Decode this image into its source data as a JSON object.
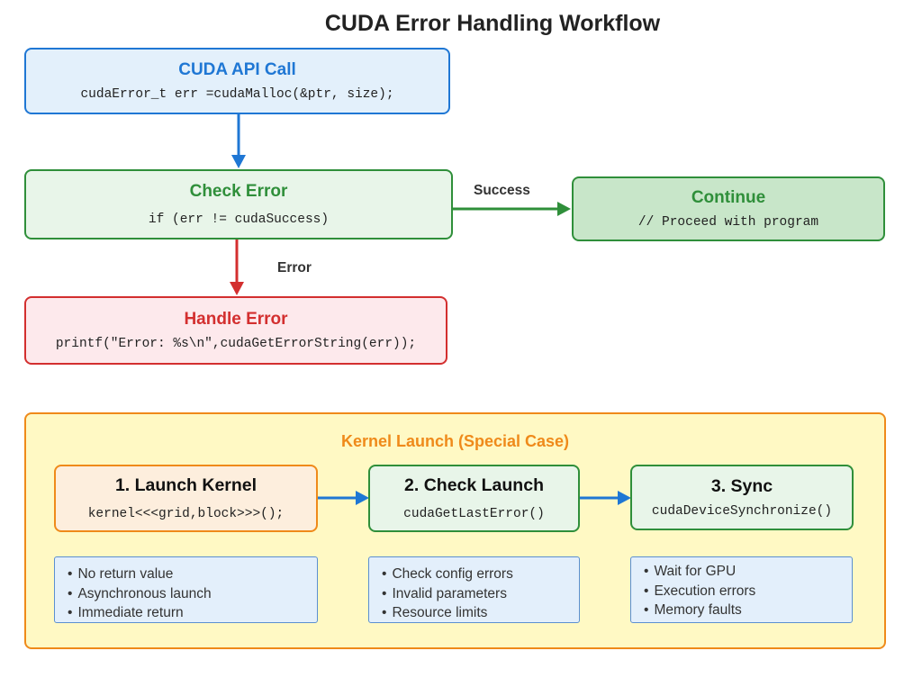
{
  "title": "CUDA Error Handling Workflow",
  "colors": {
    "blue": "#1f77d4",
    "green": "#2f8f3a",
    "red": "#d32f2f",
    "orange": "#ef8a1a"
  },
  "flow": {
    "api_call": {
      "title": "CUDA API Call",
      "code": "cudaError_t err =cudaMalloc(&ptr, size);"
    },
    "check_error": {
      "title": "Check Error",
      "code": "if (err != cudaSuccess)"
    },
    "continue": {
      "title": "Continue",
      "code": "// Proceed with program"
    },
    "handle_error": {
      "title": "Handle Error",
      "code": "printf(\"Error: %s\\n\",cudaGetErrorString(err));"
    },
    "labels": {
      "success": "Success",
      "error": "Error"
    }
  },
  "kernel": {
    "title": "Kernel Launch (Special Case)",
    "steps": [
      {
        "title": "1. Launch Kernel",
        "code": "kernel<<<grid,block>>>();",
        "notes": [
          "No return value",
          "Asynchronous launch",
          "Immediate return"
        ]
      },
      {
        "title": "2. Check Launch",
        "code": "cudaGetLastError()",
        "notes": [
          "Check config errors",
          "Invalid parameters",
          "Resource limits"
        ]
      },
      {
        "title": "3. Sync",
        "code": "cudaDeviceSynchronize()",
        "notes": [
          "Wait for GPU",
          "Execution errors",
          "Memory faults"
        ]
      }
    ]
  }
}
